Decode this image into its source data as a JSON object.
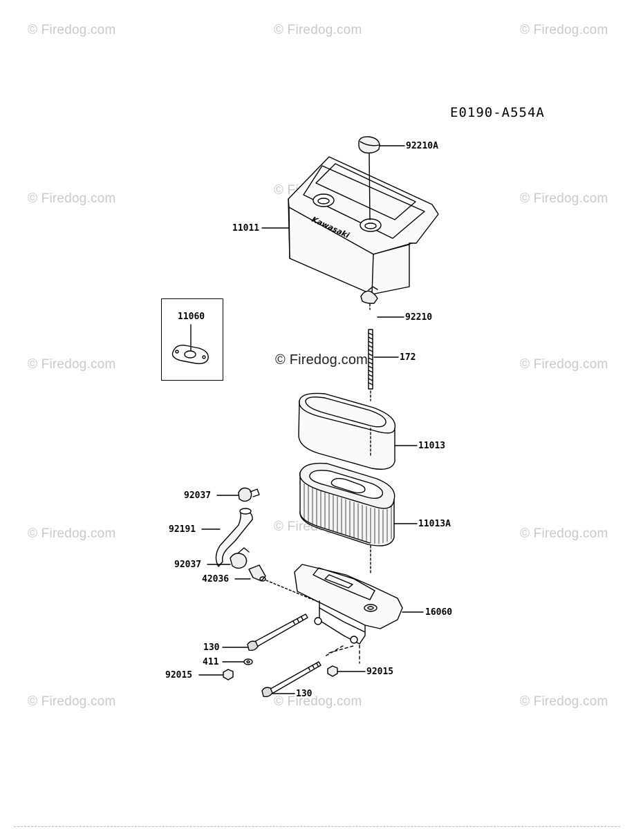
{
  "diagram": {
    "code": "E0190-A554A",
    "watermark": "© Firedog.com",
    "center_watermark": "© Firedog.com",
    "inset_label": "11060",
    "labels": {
      "l92210A": "92210A",
      "l11011": "11011",
      "l92210": "92210",
      "l172": "172",
      "l11013": "11013",
      "l11013A": "11013A",
      "l92037a": "92037",
      "l92191": "92191",
      "l92037b": "92037",
      "l42036": "42036",
      "l16060": "16060",
      "l130a": "130",
      "l411": "411",
      "l92015a": "92015",
      "l92015b": "92015",
      "l130b": "130"
    }
  }
}
